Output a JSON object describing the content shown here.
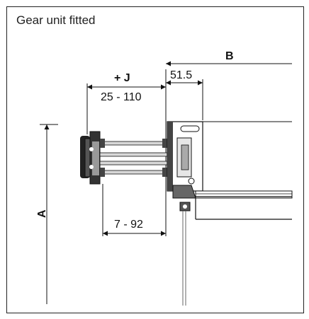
{
  "panel": {
    "title": "Gear unit fitted"
  },
  "dimensions": {
    "b_label": "B",
    "j_label": "+ J",
    "j_range": "25 - 110",
    "offset": "51.5",
    "lower_range": "7 - 92",
    "a_label": "A"
  },
  "colors": {
    "line": "#111111",
    "light_line": "#666666",
    "fill_dark": "#222222",
    "fill_mid": "#8a8a8a",
    "fill_light": "#d8d8d8"
  }
}
